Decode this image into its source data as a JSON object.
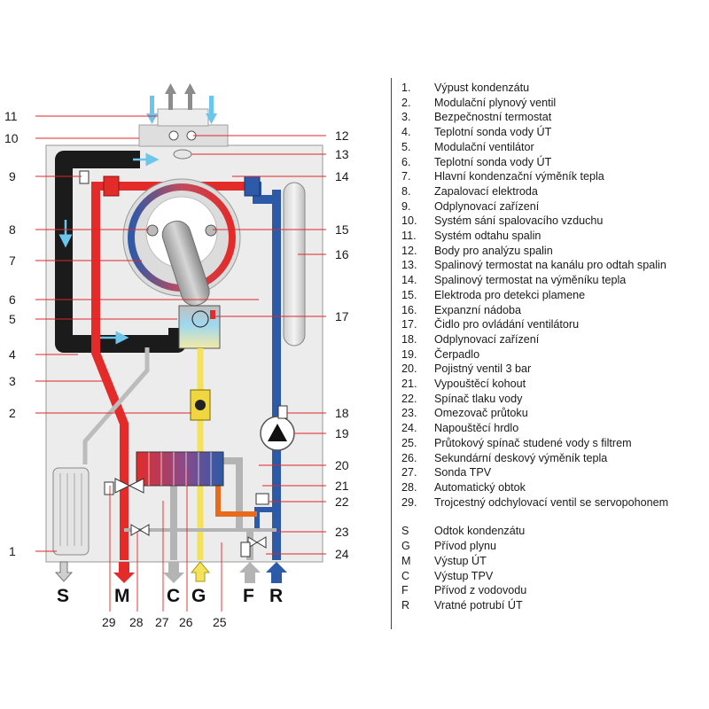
{
  "legend": [
    {
      "key": "1.",
      "text": "Výpust kondenzátu"
    },
    {
      "key": "2.",
      "text": "Modulační plynový ventil"
    },
    {
      "key": "3.",
      "text": "Bezpečnostní termostat"
    },
    {
      "key": "4.",
      "text": "Teplotní sonda vody ÚT"
    },
    {
      "key": "5.",
      "text": "Modulační ventilátor"
    },
    {
      "key": "6.",
      "text": "Teplotní sonda vody ÚT"
    },
    {
      "key": "7.",
      "text": "Hlavní kondenzační výměník tepla"
    },
    {
      "key": "8.",
      "text": "Zapalovací elektroda"
    },
    {
      "key": "9.",
      "text": "Odplynovací zařízení"
    },
    {
      "key": "10.",
      "text": "Systém sání spalovacího vzduchu"
    },
    {
      "key": "11.",
      "text": "Systém odtahu spalin"
    },
    {
      "key": "12.",
      "text": "Body pro analýzu spalin"
    },
    {
      "key": "13.",
      "text": "Spalinový termostat na kanálu pro odtah spalin"
    },
    {
      "key": "14.",
      "text": "Spalinový termostat na výměníku tepla"
    },
    {
      "key": "15.",
      "text": "Elektroda pro detekci plamene"
    },
    {
      "key": "16.",
      "text": "Expanzní nádoba"
    },
    {
      "key": "17.",
      "text": "Čidlo pro ovládání ventilátoru"
    },
    {
      "key": "18.",
      "text": "Odplynovací zařízení"
    },
    {
      "key": "19.",
      "text": "Čerpadlo"
    },
    {
      "key": "20.",
      "text": "Pojistný ventil 3 bar"
    },
    {
      "key": "21.",
      "text": "Vypouštěcí kohout"
    },
    {
      "key": "22.",
      "text": "Spínač tlaku vody"
    },
    {
      "key": "23.",
      "text": "Omezovač průtoku"
    },
    {
      "key": "24.",
      "text": "Napouštěcí hrdlo"
    },
    {
      "key": "25.",
      "text": "Průtokový spínač studené vody s filtrem"
    },
    {
      "key": "26.",
      "text": "Sekundární deskový výměník tepla"
    },
    {
      "key": "27.",
      "text": "Sonda TPV"
    },
    {
      "key": "28.",
      "text": "Automatický obtok"
    },
    {
      "key": "29.",
      "text": "Trojcestný odchylovací ventil se servopohonem"
    }
  ],
  "connections": [
    {
      "key": "S",
      "text": "Odtok kondenzátu"
    },
    {
      "key": "G",
      "text": "Přívod plynu"
    },
    {
      "key": "M",
      "text": "Výstup ÚT"
    },
    {
      "key": "C",
      "text": "Výstup TPV"
    },
    {
      "key": "F",
      "text": "Přívod z vodovodu"
    },
    {
      "key": "R",
      "text": "Vratné potrubí ÚT"
    }
  ],
  "callouts_left": [
    "11",
    "10",
    "9",
    "8",
    "7",
    "6",
    "5",
    "4",
    "3",
    "2",
    "1"
  ],
  "callouts_right": [
    "12",
    "13",
    "14",
    "15",
    "16",
    "17",
    "18",
    "19",
    "20",
    "21",
    "22",
    "23",
    "24"
  ],
  "callouts_bottom": [
    "29",
    "28",
    "27",
    "26",
    "25"
  ],
  "ports": [
    "S",
    "M",
    "C",
    "G",
    "F",
    "R"
  ],
  "colors": {
    "flow": "#e32b29",
    "return": "#2d5aa8",
    "flue": "#1b1b1b",
    "gas": "#f4e25a",
    "dhw": "#b4b4b4",
    "fresh_water": "#e86a1c",
    "air": "#6cc6ec",
    "casing": "#ececec"
  }
}
